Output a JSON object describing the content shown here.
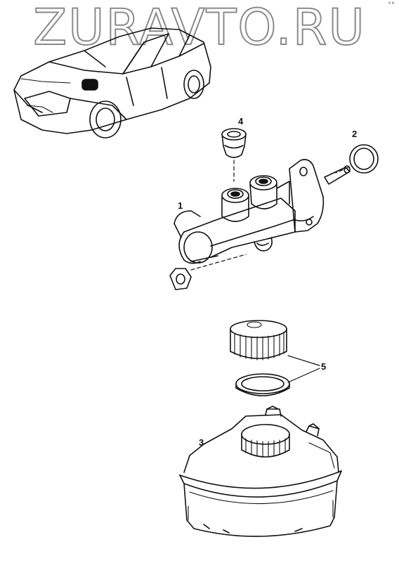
{
  "watermark": "ZURAVTO.RU",
  "corner_mark": "ᴰᴺ",
  "callouts": [
    {
      "id": "1",
      "label": "1"
    },
    {
      "id": "2",
      "label": "2"
    },
    {
      "id": "3",
      "label": "3"
    },
    {
      "id": "4",
      "label": "4"
    },
    {
      "id": "5",
      "label": "5"
    }
  ],
  "colors": {
    "line": "#111111",
    "watermark_outline": "#8a8a8a",
    "background": "#ffffff"
  }
}
